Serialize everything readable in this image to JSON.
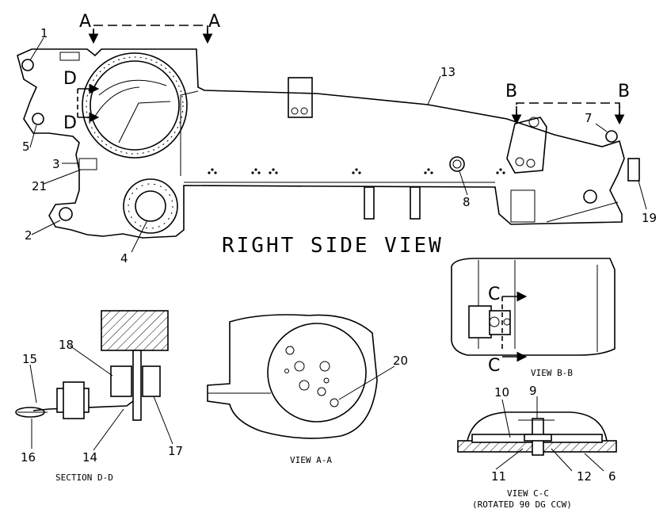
{
  "callouts": [
    "1",
    "2",
    "3",
    "4",
    "5",
    "6",
    "7",
    "8",
    "9",
    "10",
    "11",
    "12",
    "13",
    "14",
    "15",
    "16",
    "17",
    "18",
    "19",
    "20",
    "21"
  ],
  "section_markers": {
    "a": "A",
    "b": "B",
    "c": "C",
    "d": "D"
  },
  "captions": {
    "right_side_view": "RIGHT SIDE VIEW",
    "view_a_a": "VIEW A-A",
    "view_b_b": "VIEW B-B",
    "view_c_c": "VIEW C-C",
    "view_c_c_note": "(ROTATED 90 DG CCW)",
    "section_d_d": "SECTION D-D"
  }
}
